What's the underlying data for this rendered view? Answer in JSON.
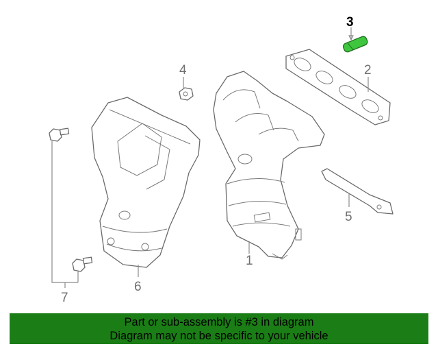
{
  "callouts": [
    {
      "id": "1",
      "label": "1"
    },
    {
      "id": "2",
      "label": "2"
    },
    {
      "id": "3",
      "label": "3",
      "highlighted": true
    },
    {
      "id": "4",
      "label": "4"
    },
    {
      "id": "5",
      "label": "5"
    },
    {
      "id": "6",
      "label": "6"
    },
    {
      "id": "7",
      "label": "7"
    }
  ],
  "banner": {
    "line1": "Part or sub-assembly is #3 in diagram",
    "line2": "Diagram may not be specific to your vehicle"
  },
  "colors": {
    "banner_bg": "#1b7d16",
    "highlight_part": "#3fc63f",
    "line_art": "#6a6a6a"
  }
}
